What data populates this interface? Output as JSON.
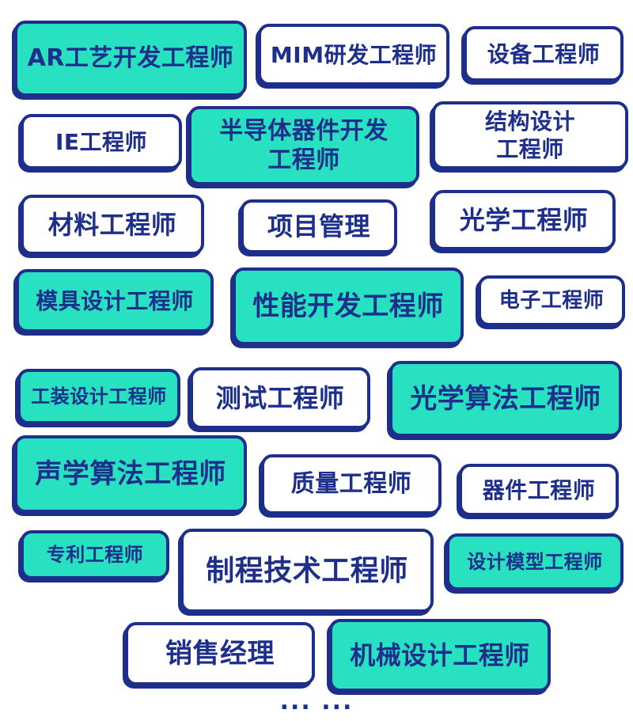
{
  "tags": [
    {
      "label": "AR工艺开发工程师",
      "style": "teal"
    },
    {
      "label": "MIM研发工程师",
      "style": "white"
    },
    {
      "label": "设备工程师",
      "style": "white"
    },
    {
      "label": "IE工程师",
      "style": "white"
    },
    {
      "label": "半导体器件开发\n工程师",
      "style": "teal"
    },
    {
      "label": "结构设计\n工程师",
      "style": "white"
    },
    {
      "label": "材料工程师",
      "style": "white"
    },
    {
      "label": "项目管理",
      "style": "white"
    },
    {
      "label": "光学工程师",
      "style": "white"
    },
    {
      "label": "模具设计工程师",
      "style": "teal"
    },
    {
      "label": "性能开发工程师",
      "style": "teal"
    },
    {
      "label": "电子工程师",
      "style": "white"
    },
    {
      "label": "工装设计工程师",
      "style": "teal"
    },
    {
      "label": "测试工程师",
      "style": "white"
    },
    {
      "label": "光学算法工程师",
      "style": "teal"
    },
    {
      "label": "声学算法工程师",
      "style": "teal"
    },
    {
      "label": "质量工程师",
      "style": "white"
    },
    {
      "label": "器件工程师",
      "style": "white"
    },
    {
      "label": "专利工程师",
      "style": "teal"
    },
    {
      "label": "制程技术工程师",
      "style": "white"
    },
    {
      "label": "设计模型工程师",
      "style": "teal"
    },
    {
      "label": "销售经理",
      "style": "white"
    },
    {
      "label": "机械设计工程师",
      "style": "teal"
    }
  ],
  "more": "... ...",
  "colors": {
    "navy": "#1d2f8a",
    "teal": "#27e1c1",
    "white": "#ffffff"
  }
}
